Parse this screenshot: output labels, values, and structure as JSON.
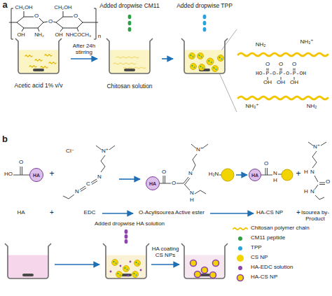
{
  "diagram": {
    "nodes": [
      {
        "text": [
          "Acetic acid 1% v/v"
        ]
      },
      {
        "text": [
          "Added dropwise CM11",
          "Chitosan solution"
        ]
      },
      {
        "text": [
          "Added dropwise TPP"
        ]
      },
      {
        "text": [
          "HA"
        ]
      },
      {
        "text": [
          "HA"
        ]
      },
      {
        "text": [
          "HA"
        ]
      }
    ],
    "edges": [
      {
        "from": 0,
        "to": 1,
        "arrow": "to",
        "label": "After 24h stirring"
      },
      {
        "from": 1,
        "to": 2,
        "arrow": "to"
      }
    ],
    "labels": [
      "a",
      "CH₂OH",
      "CH₂OH",
      "O",
      "O",
      "O",
      "OH",
      "NH₂",
      "OH",
      "NHCOCH₃",
      "n",
      "NH₂",
      "NH₃⁺",
      "O",
      "O",
      "O",
      "HO-P-O-P-O-P-OH",
      "OH",
      "OH",
      "OH",
      "NH₃⁺",
      "NH₂",
      "b",
      "O",
      "HO",
      "+",
      "Cl⁻",
      "N⁺",
      "N",
      "C",
      "N",
      "N⁺",
      "N",
      "O",
      "O",
      "N",
      "H",
      "H₂N",
      "O",
      "N",
      "H",
      "+",
      "N⁺",
      "H",
      "N",
      "O",
      "N",
      "H",
      "HA",
      "+",
      "EDC",
      "O-Acylisourea Active ester",
      "HA-CS NP",
      "+",
      "Isourea by-Product",
      "Added dropwise HA solution",
      "HA coating CS NPs"
    ],
    "legend": [
      {
        "text": "Chitosan polymer chain"
      },
      {
        "text": "CM11 peptide",
        "color": "#2ea043"
      },
      {
        "text": "TPP",
        "color": "#29a3dd"
      },
      {
        "text": "CS NP",
        "color": "#f2d500"
      },
      {
        "text": "HA-EDC solution",
        "color": "#8e44ad"
      },
      {
        "text": "HA-CS NP"
      }
    ]
  }
}
